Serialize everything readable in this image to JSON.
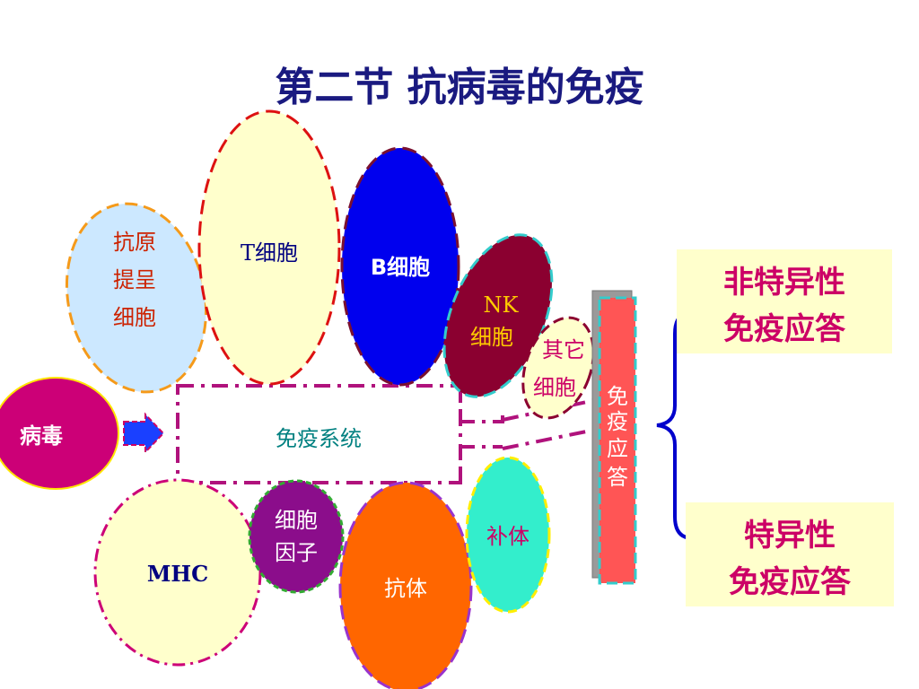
{
  "title": "第二节  抗病毒的免疫",
  "nodes": {
    "apc": [
      "抗原",
      "提呈",
      "细胞"
    ],
    "t_cell": "T细胞",
    "b_cell": "B细胞",
    "nk_cell": [
      "NK",
      "细胞"
    ],
    "other_cells": [
      "其它",
      "细胞"
    ],
    "virus": "病毒",
    "immune_system": "免疫系统",
    "mhc": "MHC",
    "cytokine": [
      "细胞",
      "因子"
    ],
    "antibody": "抗体",
    "complement": "补体",
    "immune_response": [
      "免",
      "疫",
      "应",
      "答"
    ]
  },
  "responses": {
    "nonspecific": [
      "非特异性",
      "免疫应答"
    ],
    "specific": [
      "特异性",
      "免疫应答"
    ]
  },
  "colors": {
    "title": "#1a1a80",
    "response_text": "#cc0066",
    "response_bg": "#ffffcc",
    "immune_system_text": "#008080",
    "brace": "#0000cc"
  }
}
